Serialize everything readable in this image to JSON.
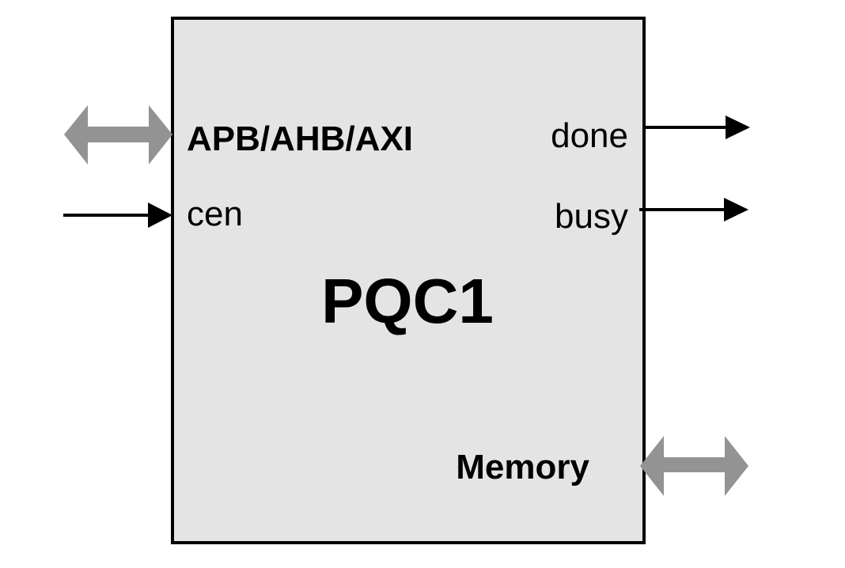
{
  "block": {
    "name": "PQC1",
    "fill": "#e4e4e4",
    "border": "#000000"
  },
  "ports": {
    "bus": {
      "label": "APB/AHB/AXI",
      "direction": "bidirectional",
      "side": "left"
    },
    "cen": {
      "label": "cen",
      "direction": "input",
      "side": "left"
    },
    "done": {
      "label": "done",
      "direction": "output",
      "side": "right"
    },
    "busy": {
      "label": "busy",
      "direction": "output",
      "side": "right"
    },
    "memory": {
      "label": "Memory",
      "direction": "bidirectional",
      "side": "right"
    }
  },
  "colors": {
    "bidirectional_arrow": "#939393",
    "signal_arrow": "#000000"
  }
}
